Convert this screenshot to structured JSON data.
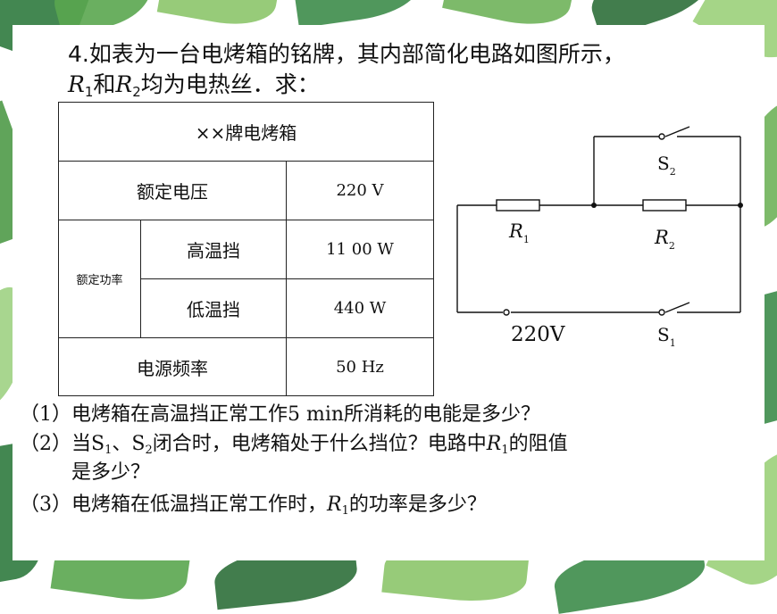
{
  "title": {
    "line1": "4.如表为一台电烤箱的铭牌，其内部简化电路如图所示，",
    "r1": "R",
    "r1_sub": "1",
    "and": "和",
    "r2": "R",
    "r2_sub": "2",
    "tail": "均为电热丝．求："
  },
  "nameplate": {
    "header": "××牌电烤箱",
    "rated_voltage_label": "额定电压",
    "rated_voltage_value": "220 V",
    "rated_power_label": "额定功率",
    "high_label": "高温挡",
    "high_value": "11 00 W",
    "low_label": "低温挡",
    "low_value": "440 W",
    "frequency_label": "电源频率",
    "frequency_value": "50 Hz"
  },
  "circuit": {
    "r1_label": "R",
    "r1_sub": "1",
    "r2_label": "R",
    "r2_sub": "2",
    "s1_label": "S",
    "s1_sub": "1",
    "s2_label": "S",
    "s2_sub": "2",
    "source_label": "220V"
  },
  "questions": {
    "q1": "（1）电烤箱在高温挡正常工作5 min所消耗的电能是多少？",
    "q2_a": "（2）当S",
    "q2_sub1": "1",
    "q2_b": "、S",
    "q2_sub2": "2",
    "q2_c": "闭合时，电烤箱处于什么挡位？电路中",
    "q2_r": "R",
    "q2_rsub": "1",
    "q2_d": "的阻值",
    "q2_line2": "是多少？",
    "q3_a": "（3）电烤箱在低温挡正常工作时，",
    "q3_r": "R",
    "q3_rsub": "1",
    "q3_b": "的功率是多少？"
  }
}
